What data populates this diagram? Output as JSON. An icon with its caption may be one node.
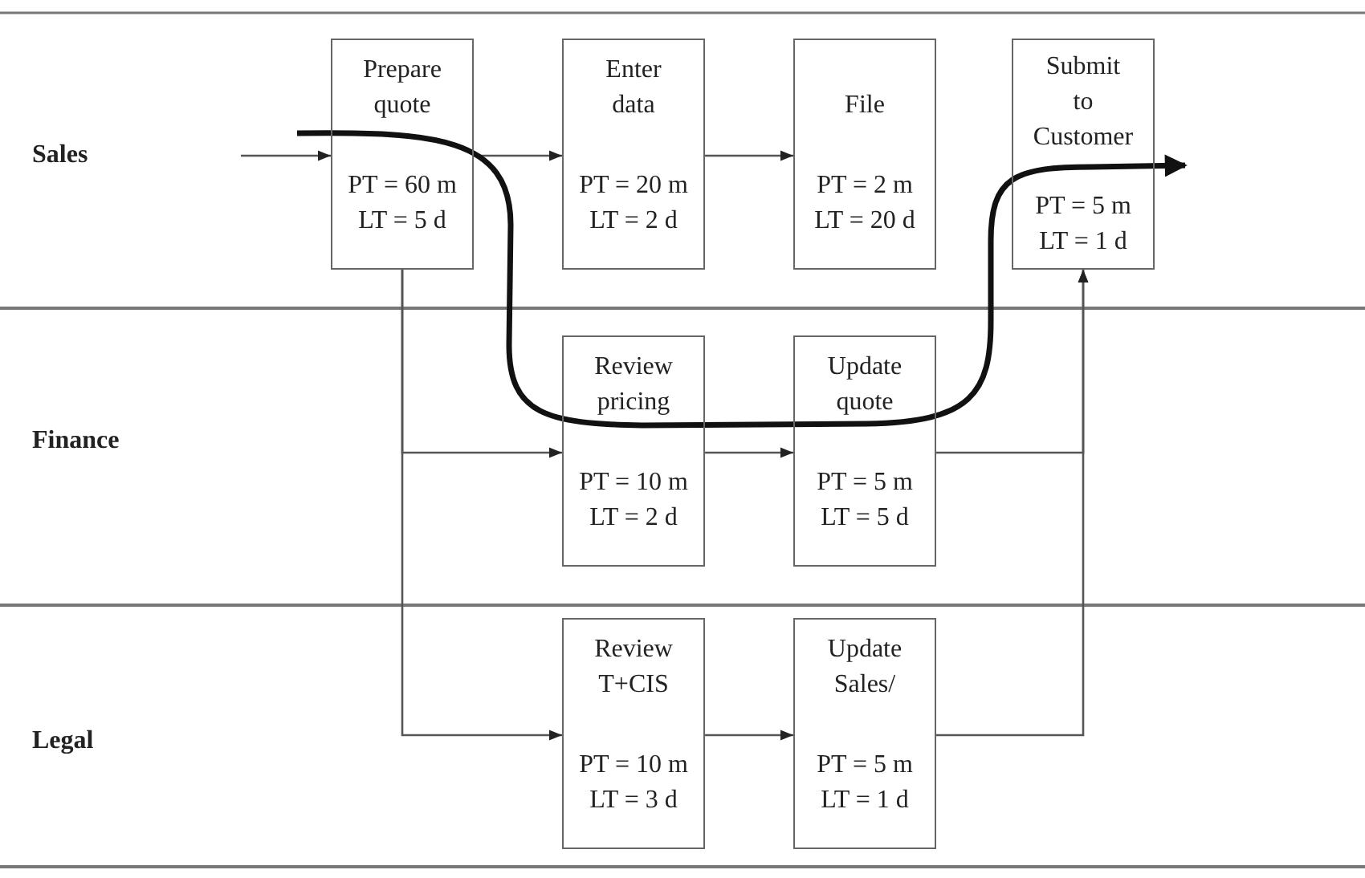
{
  "diagram": {
    "nodes": [
      {
        "text": [
          "Prepare quote",
          "PT = 60 m",
          "LT = 5 d"
        ]
      },
      {
        "text": [
          "Enter data",
          "PT = 20 m",
          "LT = 2 d"
        ]
      },
      {
        "text": [
          "File",
          "PT = 2 m",
          "LT = 20 d"
        ]
      },
      {
        "text": [
          "Submit to Customer",
          "PT = 5 m",
          "LT = 1 d"
        ]
      },
      {
        "text": [
          "Review pricing",
          "PT = 10 m",
          "LT = 2 d"
        ]
      },
      {
        "text": [
          "Update quote",
          "PT = 5 m",
          "LT = 5 d"
        ]
      },
      {
        "text": [
          "Review T+CIS",
          "PT = 10 m",
          "LT = 3 d"
        ]
      },
      {
        "text": [
          "Update Sales/",
          "PT = 5 m",
          "LT = 1 d"
        ]
      }
    ],
    "edges": [
      {
        "from": null,
        "to": 0,
        "arrow": "to"
      },
      {
        "from": 0,
        "to": 1,
        "arrow": "to"
      },
      {
        "from": 1,
        "to": 2,
        "arrow": "to"
      },
      {
        "from": 0,
        "to": 4,
        "arrow": "to"
      },
      {
        "from": 0,
        "to": 6,
        "arrow": "to"
      },
      {
        "from": 4,
        "to": 5,
        "arrow": "to"
      },
      {
        "from": 6,
        "to": 7,
        "arrow": "to"
      },
      {
        "from": 5,
        "to": 3,
        "arrow": "to"
      },
      {
        "from": 7,
        "to": 3,
        "arrow": "to"
      }
    ],
    "labels": [
      "Sales",
      "Finance",
      "Legal"
    ]
  }
}
